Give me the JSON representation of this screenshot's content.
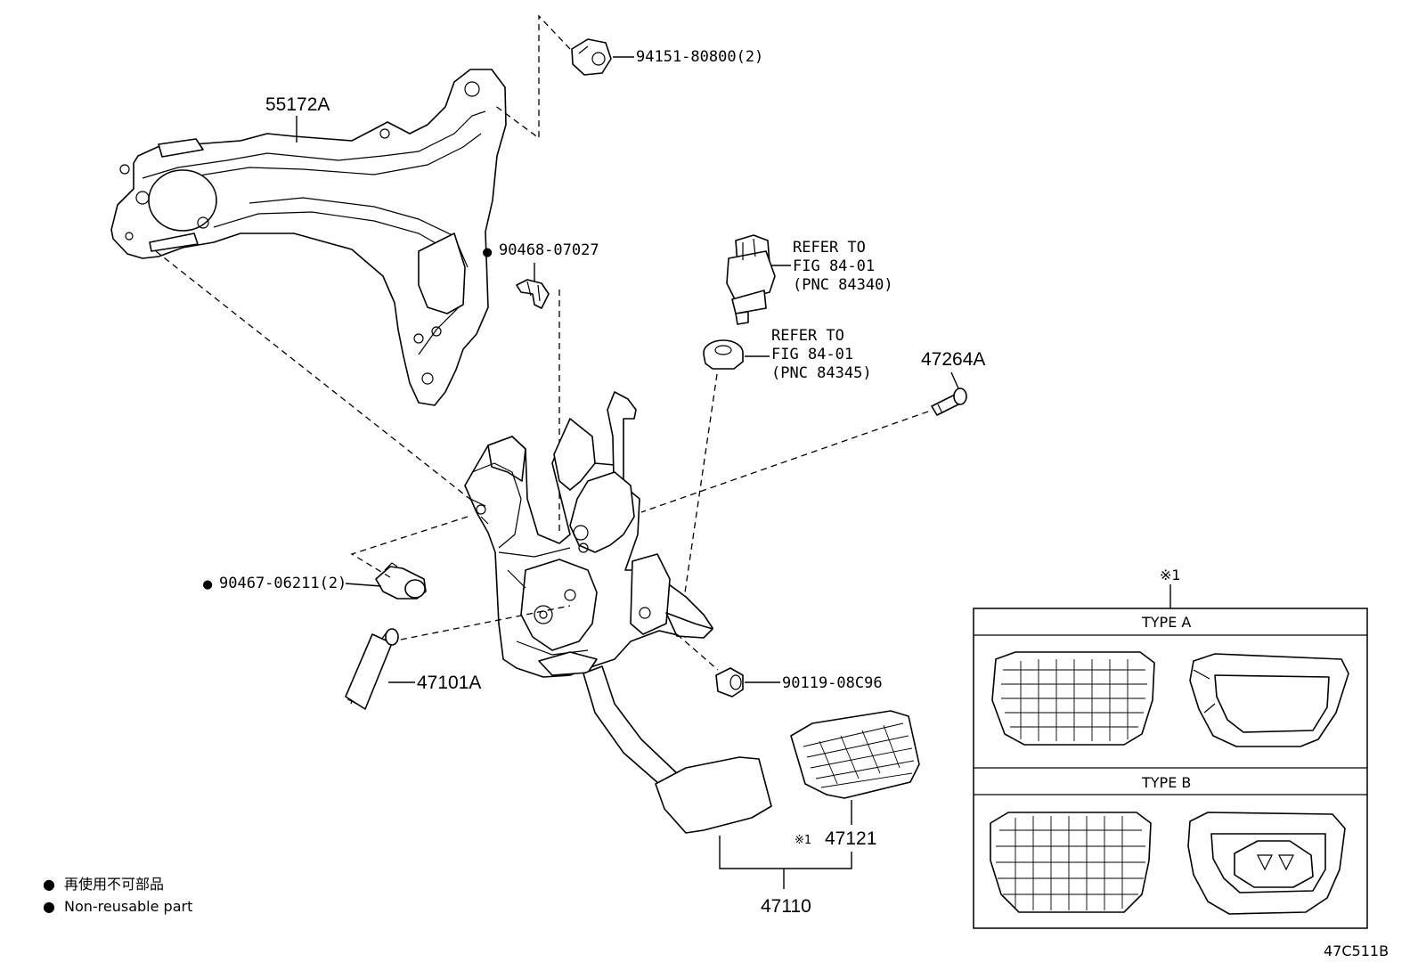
{
  "callouts": {
    "bracket": "55172A",
    "nut": "94151-80800(2)",
    "clip": "90468-07027",
    "stop_switch_1": "REFER TO",
    "stop_switch_2": "FIG 84-01",
    "stop_switch_3": "(PNC 84340)",
    "cushion_1": "REFER TO",
    "cushion_2": "FIG 84-01",
    "cushion_3": "(PNC 84345)",
    "pin": "47264A",
    "bushing": "90467-06211(2)",
    "spring": "47101A",
    "bolt": "90119-08C96",
    "pad": "47121",
    "pad_note": "※1",
    "pedal_assy": "47110"
  },
  "inset": {
    "note": "※1",
    "type_a": "TYPE A",
    "type_b": "TYPE B"
  },
  "legend": {
    "symbol": "●",
    "jp": "再使用不可部品",
    "en": "Non-reusable part"
  },
  "figure_id": "47C511B"
}
